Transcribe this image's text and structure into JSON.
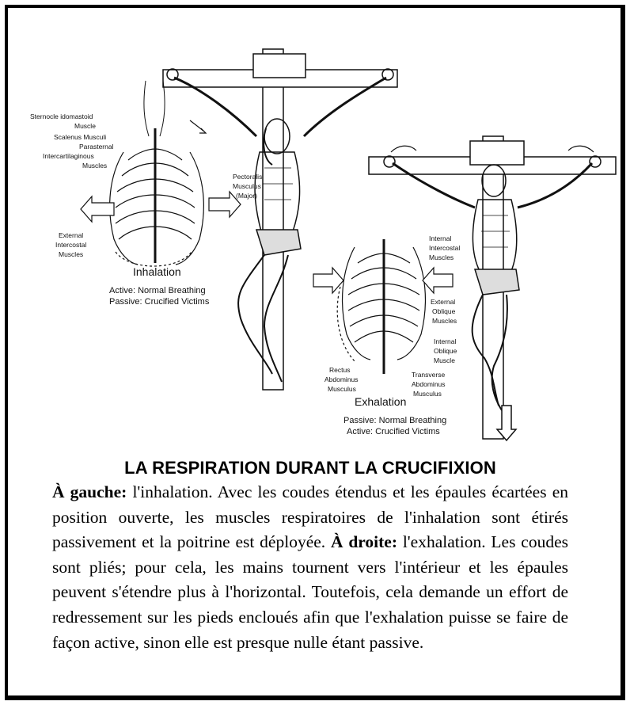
{
  "figure": {
    "left_panel": {
      "labels": [
        "Sternocle idomastoid",
        "Muscle",
        "Scalenus Musculi",
        "Parasternal",
        "Intercartilaginous",
        "Muscles",
        "Pectoralis",
        "Musculus",
        "(Major)",
        "External",
        "Intercostal",
        "Muscles"
      ],
      "heading": "Inhalation",
      "line1": "Active: Normal Breathing",
      "line2": "Passive: Crucified Victims"
    },
    "right_panel": {
      "labels": [
        "Internal",
        "Intercostal",
        "Muscles",
        "External",
        "Oblique",
        "Muscles",
        "Internal",
        "Oblique",
        "Muscle",
        "Rectus",
        "Abdominus",
        "Musculus",
        "Transverse",
        "Abdominus",
        "Musculus"
      ],
      "heading": "Exhalation",
      "line1": "Passive: Normal Breathing",
      "line2": "Active: Crucified Victims"
    }
  },
  "caption": {
    "title": "LA RESPIRATION DURANT LA CRUCIFIXION",
    "left_label": "À gauche:",
    "left_text": " l'inhalation. Avec les coudes étendus et les épaules écartées en position ouverte, les muscles respiratoires de l'inhalation sont étirés passivement et la poitrine est déployée. ",
    "right_label": "À droite:",
    "right_text": " l'exhalation. Les coudes sont pliés; pour cela, les mains tournent vers l'intérieur et les épaules peuvent s'étendre plus à l'horizontal. Toutefois, cela demande un effort de redressement sur les pieds encloués afin que l'exhalation puisse se faire de façon active, sinon elle est presque nulle étant passive."
  }
}
